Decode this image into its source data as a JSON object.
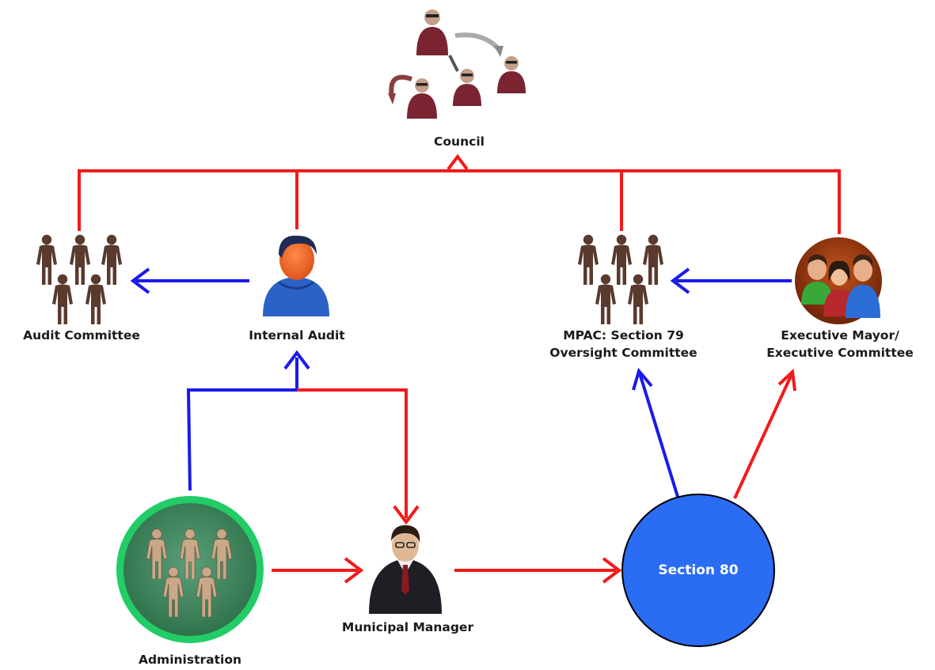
{
  "nodes": {
    "council": {
      "label": "Council"
    },
    "audit_committee": {
      "label": "Audit Committee"
    },
    "internal_audit": {
      "label": "Internal Audit"
    },
    "mpac": {
      "label_line1": "MPAC: Section 79",
      "label_line2": "Oversight Committee"
    },
    "executive_mayor": {
      "label_line1": "Executive Mayor/",
      "label_line2": "Executive Committee"
    },
    "administration": {
      "label": "Administration"
    },
    "municipal_manager": {
      "label": "Municipal Manager"
    },
    "section_80": {
      "label": "Section 80"
    }
  },
  "colors": {
    "red_line": "#f21b1b",
    "blue_line": "#1a1aeb",
    "section_80_fill": "#2a6cf4",
    "administration_ring": "#22cc66",
    "administration_fill": "#3c8a5c",
    "figure_brown": "#5a3a2e",
    "council_suit": "#7a2432"
  },
  "icons": {
    "council": "council-group-icon",
    "audit_committee": "committee-people-icon",
    "internal_audit": "auditor-person-icon",
    "mpac": "committee-people-icon",
    "executive_mayor": "executive-group-icon",
    "administration": "staff-group-icon",
    "municipal_manager": "businessman-icon"
  }
}
